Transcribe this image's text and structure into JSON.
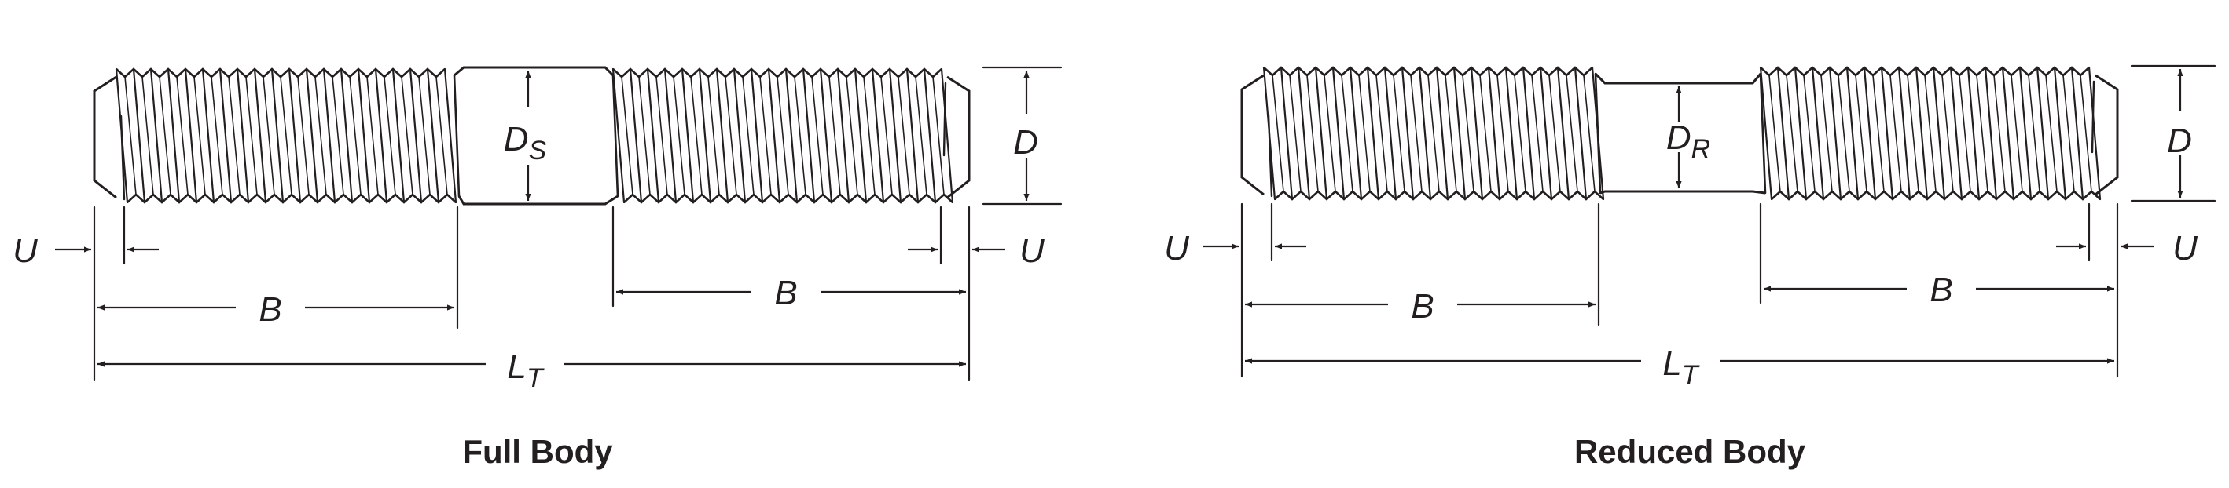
{
  "colors": {
    "ink": "#231f20",
    "background": "#ffffff"
  },
  "diagrams": [
    {
      "id": "full-body",
      "caption": "Full Body",
      "body_diameter": {
        "base": "D",
        "sub": "S"
      },
      "labels": {
        "thread_length": "B",
        "total_length": {
          "base": "L",
          "sub": "T"
        },
        "diameter": "D",
        "incomplete_thread": "U"
      }
    },
    {
      "id": "reduced-body",
      "caption": "Reduced Body",
      "body_diameter": {
        "base": "D",
        "sub": "R"
      },
      "labels": {
        "thread_length": "B",
        "total_length": {
          "base": "L",
          "sub": "T"
        },
        "diameter": "D",
        "incomplete_thread": "U"
      }
    }
  ]
}
